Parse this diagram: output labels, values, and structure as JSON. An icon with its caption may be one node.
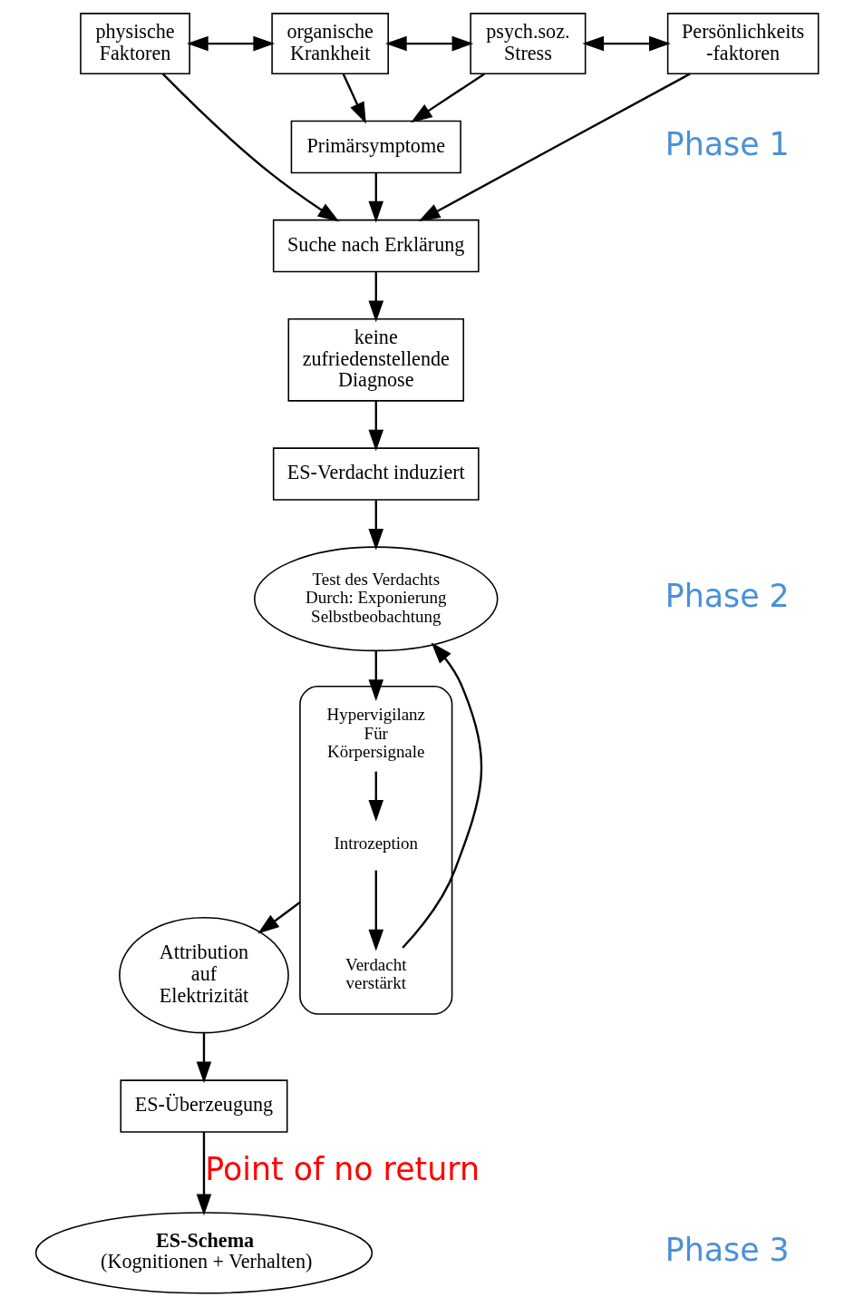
{
  "diagram": {
    "nodes": [
      {
        "text": [
          "physische Faktoren"
        ]
      },
      {
        "text": [
          "organische Krankheit"
        ]
      },
      {
        "text": [
          "psych.soz. Stress"
        ]
      },
      {
        "text": [
          "Persönlichkeits -faktoren"
        ]
      },
      {
        "text": [
          "Primärsymptome"
        ]
      },
      {
        "text": [
          "Suche nach Erklärung"
        ]
      },
      {
        "text": [
          "keine zufriedenstellende Diagnose"
        ]
      },
      {
        "text": [
          "ES-Verdacht induziert"
        ]
      },
      {
        "text": [
          "Test des Verdachts Durch: Exponierung Selbstbeobachtung"
        ]
      },
      {
        "text": [],
        "shape": "ellipse"
      },
      {
        "text": [
          "Hypervigilanz Für Körpersignale"
        ],
        "in": 9
      },
      {
        "text": [
          "Verdacht verstärkt"
        ],
        "in": 9
      },
      {
        "text": [
          "Introzeption"
        ],
        "in": 9
      },
      {
        "text": [
          "Attribution auf Elektrizität"
        ]
      },
      {
        "text": [
          "ES-Überzeugung"
        ]
      },
      {
        "text": [
          "ES-Schema",
          "(Kognitionen + Verhalten)"
        ]
      }
    ],
    "edges": [
      {
        "from": 0,
        "to": 1,
        "arrow": "both"
      },
      {
        "from": 1,
        "to": 2,
        "arrow": "both"
      },
      {
        "from": 2,
        "to": 3,
        "arrow": "both"
      },
      {
        "from": 1,
        "to": 4,
        "arrow": "to"
      },
      {
        "from": 2,
        "to": 4,
        "arrow": "to"
      },
      {
        "from": 0,
        "to": 5,
        "arrow": "to"
      },
      {
        "from": 3,
        "to": 5,
        "arrow": "to"
      },
      {
        "from": 4,
        "to": 5,
        "arrow": "to"
      },
      {
        "from": 5,
        "to": 6,
        "arrow": "to"
      },
      {
        "from": 6,
        "to": 7,
        "arrow": "to"
      },
      {
        "from": 7,
        "to": 8,
        "arrow": "to"
      },
      {
        "from": 8,
        "to": 10,
        "arrow": "to"
      },
      {
        "from": 10,
        "to": 12,
        "arrow": "to"
      },
      {
        "from": 12,
        "to": 11,
        "arrow": "to"
      },
      {
        "from": 11,
        "to": 8,
        "arrow": "to"
      },
      {
        "from": 9,
        "to": 13,
        "arrow": "to"
      },
      {
        "from": 13,
        "to": 14,
        "arrow": "to"
      },
      {
        "from": 14,
        "to": 15,
        "arrow": "to",
        "label": "Point of no return"
      }
    ],
    "labels": [
      "Phase 1",
      "Phase 2",
      "Phase 3"
    ]
  }
}
